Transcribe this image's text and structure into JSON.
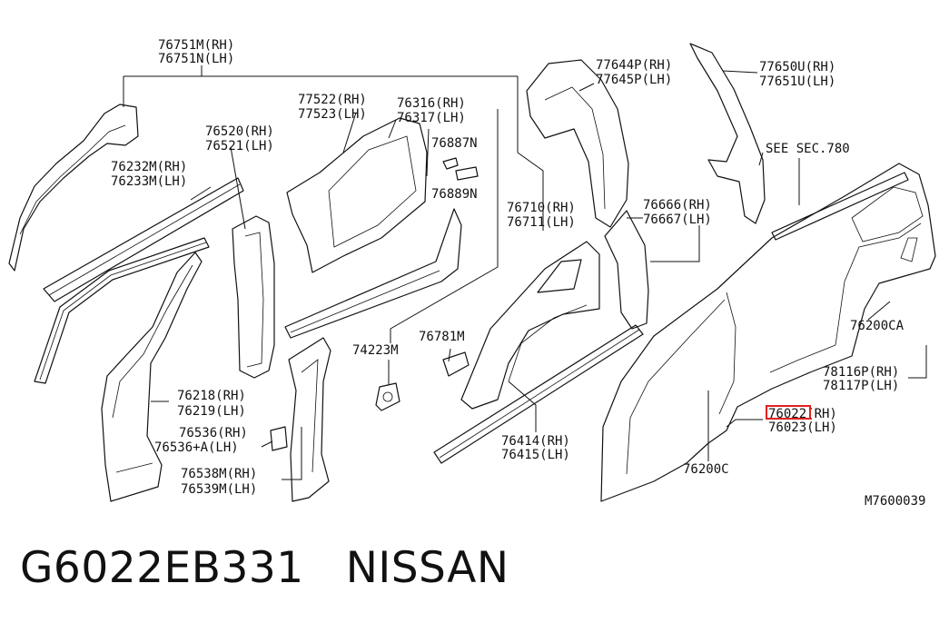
{
  "labels": [
    {
      "key": "76751M",
      "text": "76751M(RH)"
    },
    {
      "key": "76751N",
      "text": "76751N(LH)"
    },
    {
      "key": "77522",
      "text": "77522(RH)"
    },
    {
      "key": "77523",
      "text": "77523(LH)"
    },
    {
      "key": "76316",
      "text": "76316(RH)"
    },
    {
      "key": "76317",
      "text": "76317(LH)"
    },
    {
      "key": "77644P",
      "text": "77644P(RH)"
    },
    {
      "key": "77645P",
      "text": "77645P(LH)"
    },
    {
      "key": "77650U",
      "text": "77650U(RH)"
    },
    {
      "key": "77651U",
      "text": "77651U(LH)"
    },
    {
      "key": "76520",
      "text": "76520(RH)"
    },
    {
      "key": "76521",
      "text": "76521(LH)"
    },
    {
      "key": "76887N",
      "text": "76887N"
    },
    {
      "key": "seesec",
      "text": "SEE SEC.780"
    },
    {
      "key": "76232M",
      "text": "76232M(RH)"
    },
    {
      "key": "76233M",
      "text": "76233M(LH)"
    },
    {
      "key": "76889N",
      "text": "76889N"
    },
    {
      "key": "76666",
      "text": "76666(RH)"
    },
    {
      "key": "76667",
      "text": "76667(LH)"
    },
    {
      "key": "76710",
      "text": "76710(RH)"
    },
    {
      "key": "76711",
      "text": "76711(LH)"
    },
    {
      "key": "74223M",
      "text": "74223M"
    },
    {
      "key": "76781M",
      "text": "76781M"
    },
    {
      "key": "76200CA",
      "text": "76200CA"
    },
    {
      "key": "78116P",
      "text": "78116P(RH)"
    },
    {
      "key": "78117P",
      "text": "78117P(LH)"
    },
    {
      "key": "76218",
      "text": "76218(RH)"
    },
    {
      "key": "76219",
      "text": "76219(LH)"
    },
    {
      "key": "76022",
      "text": "76022(RH)"
    },
    {
      "key": "76023",
      "text": "76023(LH)"
    },
    {
      "key": "76536",
      "text": "76536(RH)"
    },
    {
      "key": "76536A",
      "text": "76536+A(LH)"
    },
    {
      "key": "76414",
      "text": "76414(RH)"
    },
    {
      "key": "76415",
      "text": "76415(LH)"
    },
    {
      "key": "76538M",
      "text": "76538M(RH)"
    },
    {
      "key": "76539M",
      "text": "76539M(LH)"
    },
    {
      "key": "76200C",
      "text": "76200C"
    },
    {
      "key": "drawing",
      "text": "M7600039"
    }
  ],
  "caption": {
    "part_number": "G6022EB331",
    "brand": "NISSAN"
  },
  "colors": {
    "line": "#111111",
    "highlight": "#e02020",
    "background": "#ffffff"
  }
}
